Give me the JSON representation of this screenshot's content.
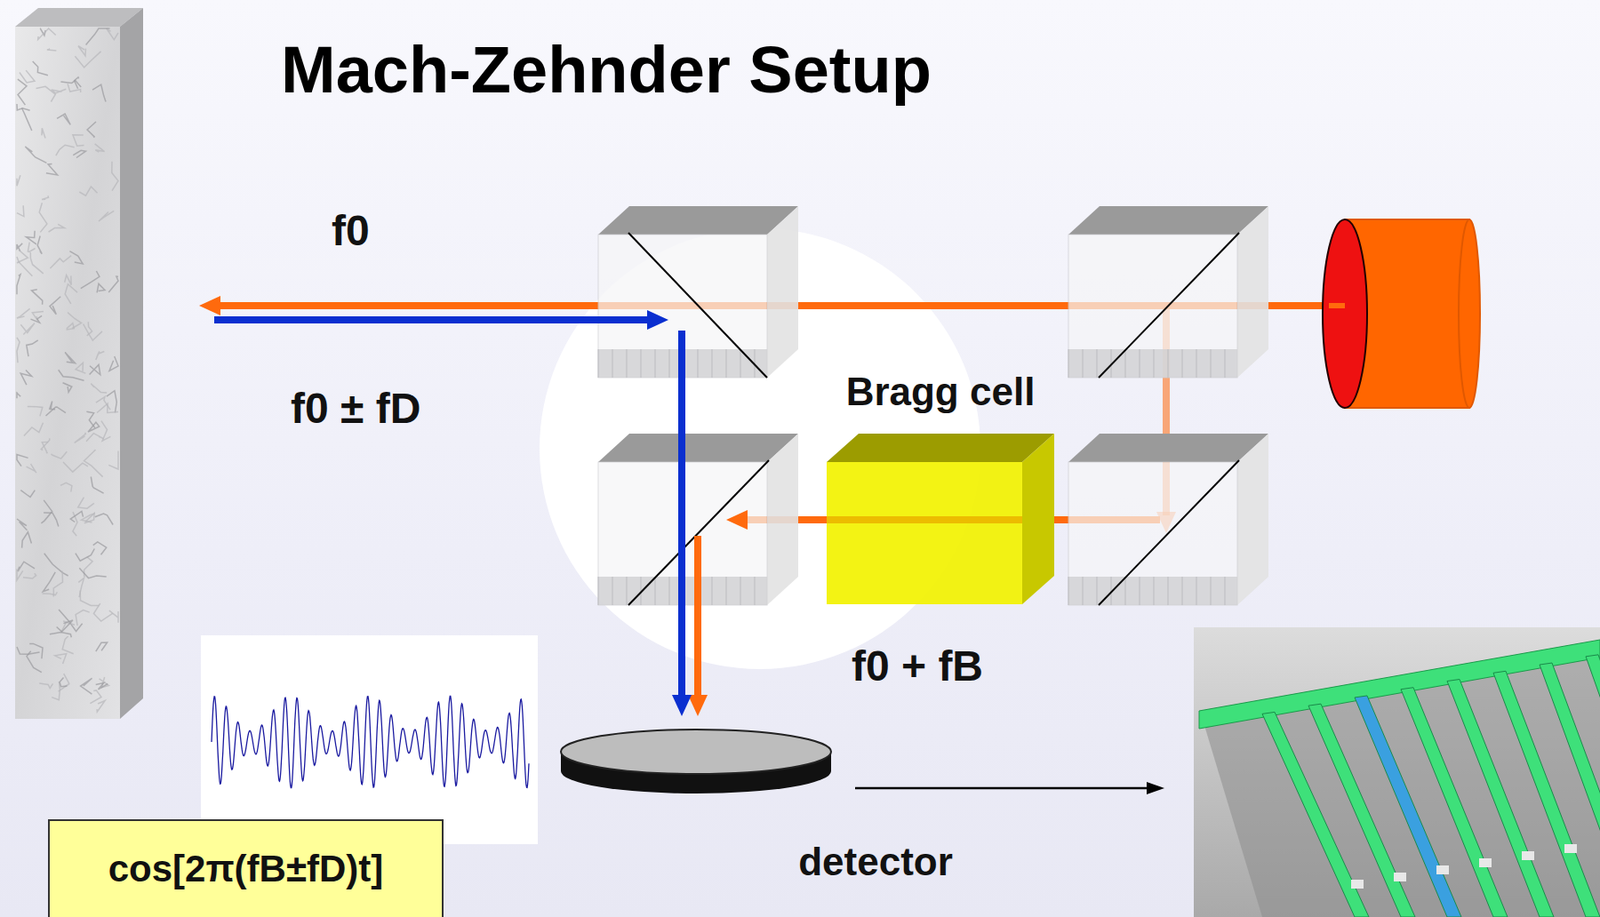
{
  "diagram": {
    "title": "Mach-Zehnder Setup",
    "nodes": [
      {
        "text": [
          "Bragg cell"
        ]
      },
      {
        "text": [
          "detector"
        ]
      },
      {
        "text": [
          "cos[2π(fB±fD)t]"
        ]
      }
    ],
    "labels": [
      "f0",
      "f0 ± fD",
      "f0 + fB"
    ]
  }
}
